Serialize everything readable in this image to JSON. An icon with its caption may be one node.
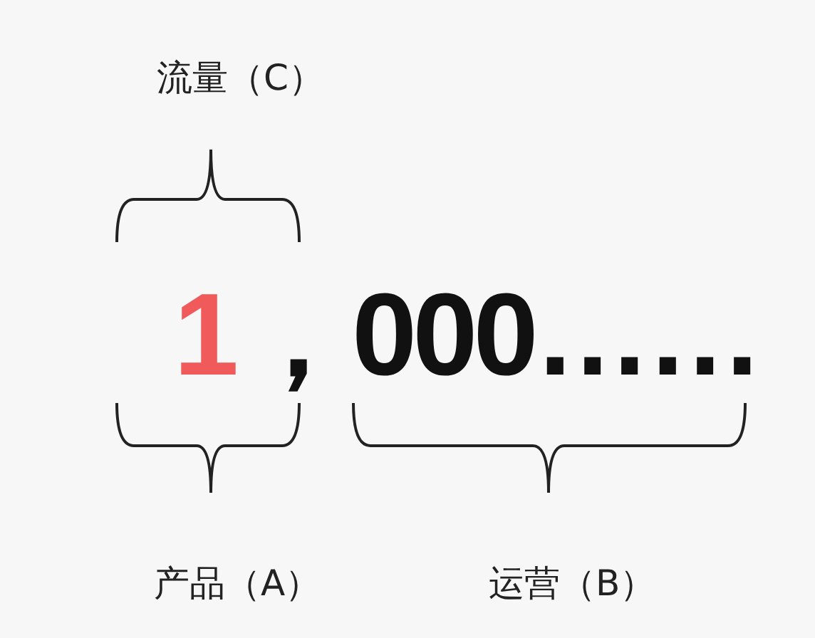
{
  "diagram": {
    "labels": [
      "流量（C）",
      "1",
      "，000……",
      "产品（A）",
      "运营（B）"
    ]
  }
}
